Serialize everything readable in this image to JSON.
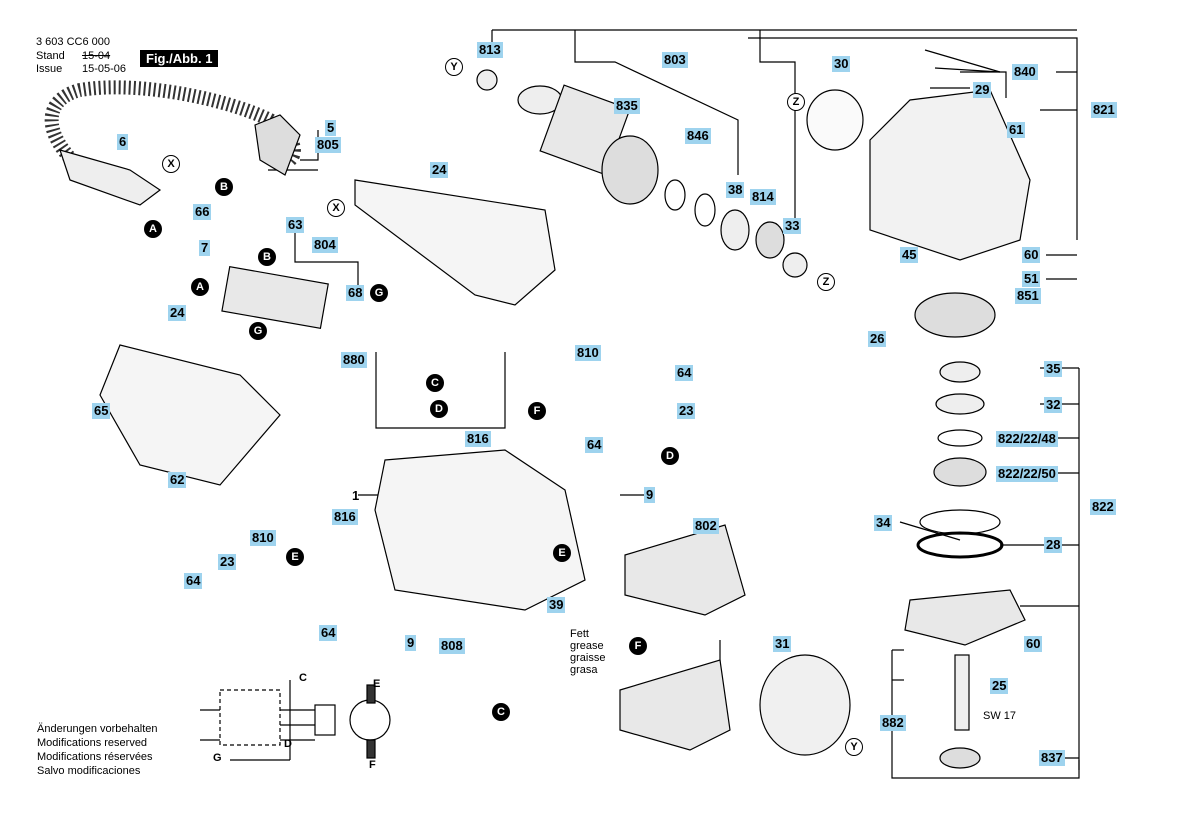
{
  "header": {
    "doc_number": "3 603 CC6 000",
    "stand_label": "Stand",
    "stand_value": "15-04",
    "issue_label": "Issue",
    "issue_value": "15-05-06",
    "figure_label": "Fig./Abb. 1"
  },
  "parts": {
    "p813": "813",
    "p803": "803",
    "p835": "835",
    "p846": "846",
    "p38": "38",
    "p814": "814",
    "p33": "33",
    "p30": "30",
    "p840": "840",
    "p29": "29",
    "p821": "821",
    "p61": "61",
    "p60a": "60",
    "p45": "45",
    "p51": "51",
    "p851": "851",
    "p26": "26",
    "p5": "5",
    "p805": "805",
    "p6": "6",
    "p24a": "24",
    "p66": "66",
    "p63": "63",
    "p804": "804",
    "p7": "7",
    "p68": "68",
    "p24b": "24",
    "p65": "65",
    "p62": "62",
    "p880": "880",
    "p810a": "810",
    "p64a": "64",
    "p23a": "23",
    "p816a": "816",
    "p64b": "64",
    "p1": "1",
    "p9a": "9",
    "p802": "802",
    "p810b": "810",
    "p816b": "816",
    "p23b": "23",
    "p64c": "64",
    "p64d": "64",
    "p39": "39",
    "p9b": "9",
    "p808": "808",
    "p31": "31",
    "p35": "35",
    "p32": "32",
    "p822_22_48": "822/22/48",
    "p822_22_50": "822/22/50",
    "p822": "822",
    "p34": "34",
    "p28": "28",
    "p60b": "60",
    "p25": "25",
    "p882": "882",
    "p837": "837"
  },
  "letters": {
    "Y": "Y",
    "X": "X",
    "Z": "Z",
    "A": "A",
    "B": "B",
    "C": "C",
    "D": "D",
    "E": "E",
    "F": "F",
    "G": "G"
  },
  "labels": {
    "wrench_size": "SW 17",
    "grease_lines": [
      "Fett",
      "grease",
      "graisse",
      "grasa"
    ],
    "schematic_C": "C",
    "schematic_D": "D",
    "schematic_G": "G",
    "schematic_E": "E",
    "schematic_F": "F"
  },
  "footer": {
    "lines": [
      "Änderungen vorbehalten",
      "Modifications reserved",
      "Modifications réservées",
      "Salvo modificaciones"
    ]
  }
}
